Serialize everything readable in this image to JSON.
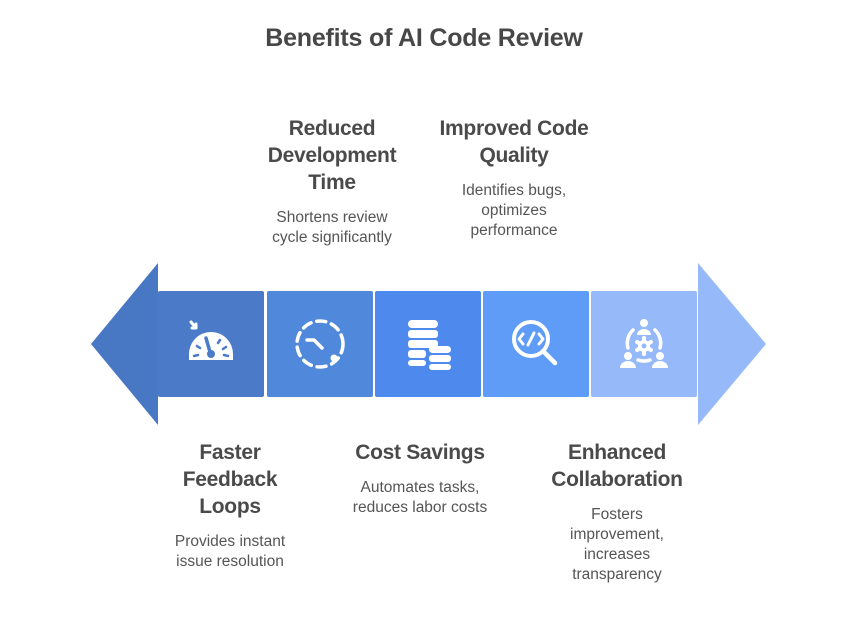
{
  "title": "Benefits of AI Code Review",
  "colors": {
    "left_arrow": "#4878C4",
    "right_arrow": "#96BAF9",
    "text": "#4a4a4a"
  },
  "steps": [
    {
      "icon": "speedometer-icon",
      "color": "#4A7AC8",
      "heading": "Faster Feedback Loops",
      "heading_lines": [
        "Faster",
        "Feedback",
        "Loops"
      ],
      "description_lines": [
        "Provides instant",
        "issue resolution"
      ],
      "position": "below"
    },
    {
      "icon": "dashed-clock-icon",
      "color": "#5088DC",
      "heading": "Reduced Development Time",
      "heading_lines": [
        "Reduced",
        "Development",
        "Time"
      ],
      "description_lines": [
        "Shortens review",
        "cycle significantly"
      ],
      "position": "above"
    },
    {
      "icon": "coin-stacks-icon",
      "color": "#4E8AEE",
      "heading": "Cost Savings",
      "heading_lines": [
        "Cost Savings"
      ],
      "description_lines": [
        "Automates tasks,",
        "reduces labor costs"
      ],
      "position": "below"
    },
    {
      "icon": "code-search-icon",
      "color": "#5E9CF8",
      "heading": "Improved Code Quality",
      "heading_lines": [
        "Improved Code",
        "Quality"
      ],
      "description_lines": [
        "Identifies bugs,",
        "optimizes",
        "performance"
      ],
      "position": "above"
    },
    {
      "icon": "team-collaboration-icon",
      "color": "#96BAF9",
      "heading": "Enhanced Collaboration",
      "heading_lines": [
        "Enhanced",
        "Collaboration"
      ],
      "description_lines": [
        "Fosters",
        "improvement,",
        "increases",
        "transparency"
      ],
      "position": "below"
    }
  ]
}
